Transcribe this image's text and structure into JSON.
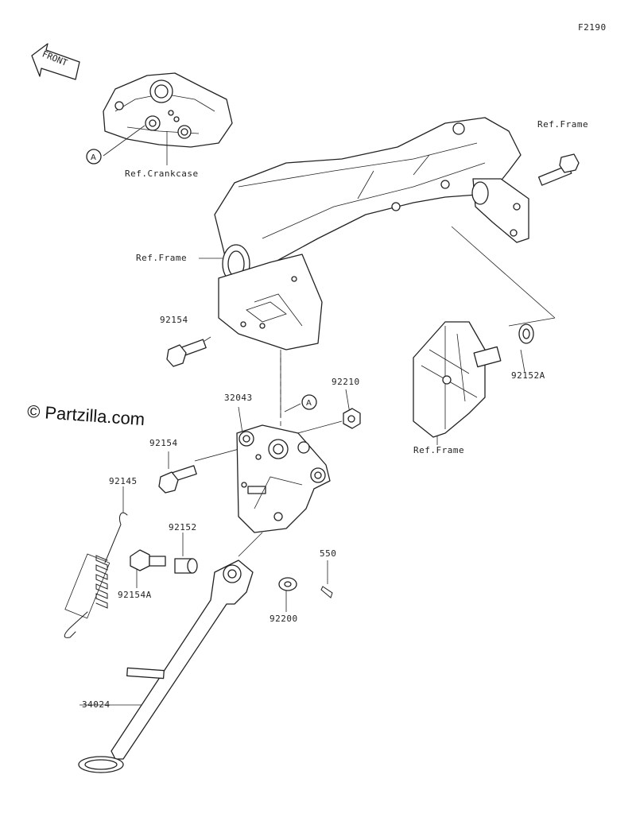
{
  "figure_code": "F2190",
  "front_label": "FRONT",
  "watermark": "© Partzilla.com",
  "ref_labels": {
    "crankcase": "Ref.Crankcase",
    "frame_top": "Ref.Frame",
    "frame_left": "Ref.Frame",
    "frame_right": "Ref.Frame"
  },
  "marker_a": "A",
  "parts": {
    "p92154_top": "92154",
    "p32043": "32043",
    "p92210": "92210",
    "p92154_mid": "92154",
    "p92145": "92145",
    "p92152": "92152",
    "p92154A": "92154A",
    "p550": "550",
    "p92200": "92200",
    "p34024": "34024",
    "p92152A": "92152A"
  }
}
